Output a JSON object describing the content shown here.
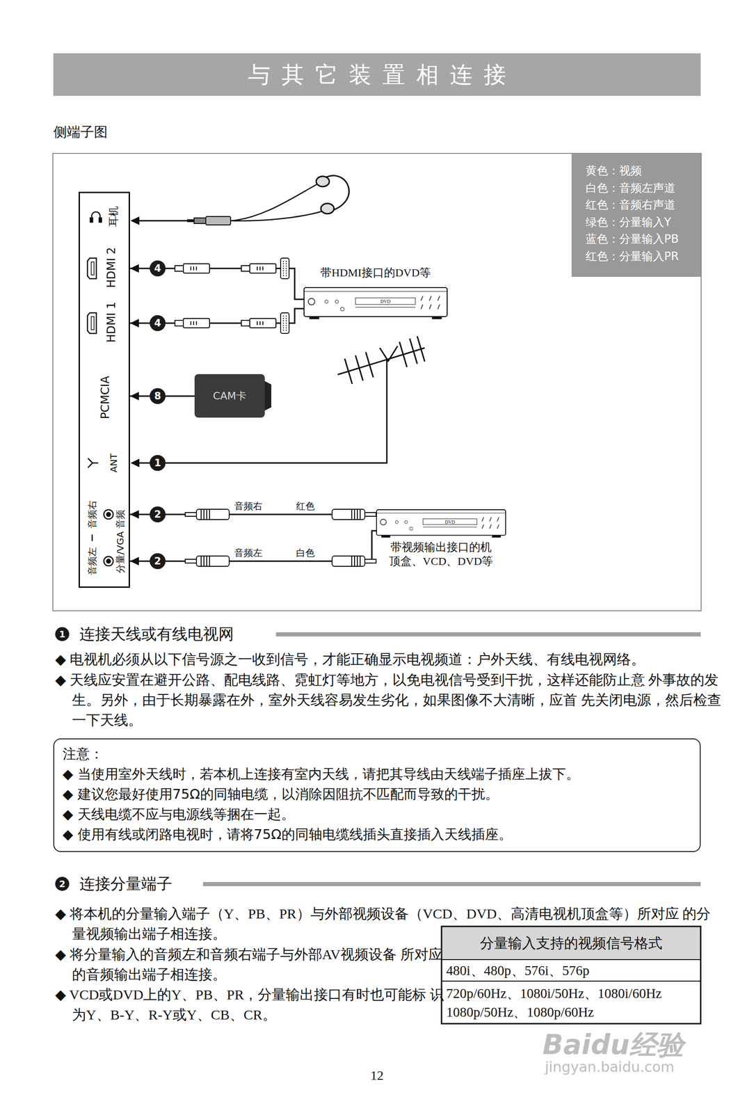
{
  "diagram": {
    "title": "与其它装置相连接",
    "nodes": [
      {
        "text": [
          "侧端子图"
        ]
      },
      {
        "text": [
          "黄色：视频",
          "白色：音频左声道",
          "红色：音频右声道",
          "绿色：分量输入Y",
          "蓝色：分量输入PB",
          "红色：分量输入PR"
        ],
        "in": 0
      },
      {
        "text": [
          "耳机",
          "HDMI 2",
          "HDMI 1",
          "PCMCIA",
          "ANT",
          "音频右",
          "音频左",
          "分量/VGA 音频"
        ],
        "in": 0
      },
      {
        "text": [
          "带HDMI接口的DVD等"
        ],
        "in": 0
      },
      {
        "text": [
          "CAM卡"
        ],
        "in": 0
      },
      {
        "text": [
          "带视频输出接口的机 顶盒、VCD、DVD等"
        ],
        "in": 0
      },
      {
        "text": [
          "注意：",
          "◆ 当使用室外天线时，若本机上连接有室内天线，请把其导线由天线端子插座上拔下。",
          "◆ 建议您最好使用75Ω的同轴电缆，以消除因阻抗不匹配而导致的干扰。",
          "◆ 天线电缆不应与电源线等捆在一起。",
          "◆ 使用有线或闭路电视时，请将75Ω的同轴电缆线插头直接插入天线插座。"
        ]
      }
    ],
    "edges": [
      {
        "from": 3,
        "to": 2,
        "arrow": "to"
      },
      {
        "from": 3,
        "to": 2,
        "arrow": "to"
      },
      {
        "from": 4,
        "to": 2,
        "arrow": "to"
      },
      {
        "from": 5,
        "to": 2,
        "arrow": "to"
      },
      {
        "from": 5,
        "to": 2,
        "arrow": "to"
      }
    ],
    "labels": [
      "4",
      "4",
      "8",
      "1",
      "2",
      "2",
      "音频右",
      "红色",
      "音频左",
      "白色",
      "DVD",
      "DVD",
      "1",
      "连接天线或有线电视网",
      "◆ 电视机必须从以下信号源之一收到信号，才能正确显示电视频道：户外天线、有线电视网络。",
      "◆ 天线应安置在避开公路、配电线路、霓虹灯等地方，以免电视信号受到干扰，这样还能防止意 外事故的发生。另外，由于长期暴露在外，室外天线容易发生劣化，如果图像不大清晰，应首 先关闭电源，然后检查一下天线。",
      "2",
      "连接分量端子",
      "◆ 将本机的分量输入端子（Y、PB、PR）与外部视频设备（VCD、DVD、高清电视机顶盒等）所对应 的分量视频输出端子相连接。",
      "◆ 将分量输入的音频左和音频右端子与外部AV视频设备 所对应的音频输出端子相连接。",
      "◆ VCD或DVD上的Y、PB、PR，分量输出接口有时也可能标 识为Y、B-Y、R-Y或Y、CB、CR。",
      "分量输入支持的视频信号格式",
      "480i、480p、576i、576p",
      "720p/60Hz、1080i/50Hz、1080i/60Hz 1080p/50Hz、1080p/60Hz",
      "12",
      "Baidu经验",
      "jingyan.baidu.com"
    ]
  }
}
